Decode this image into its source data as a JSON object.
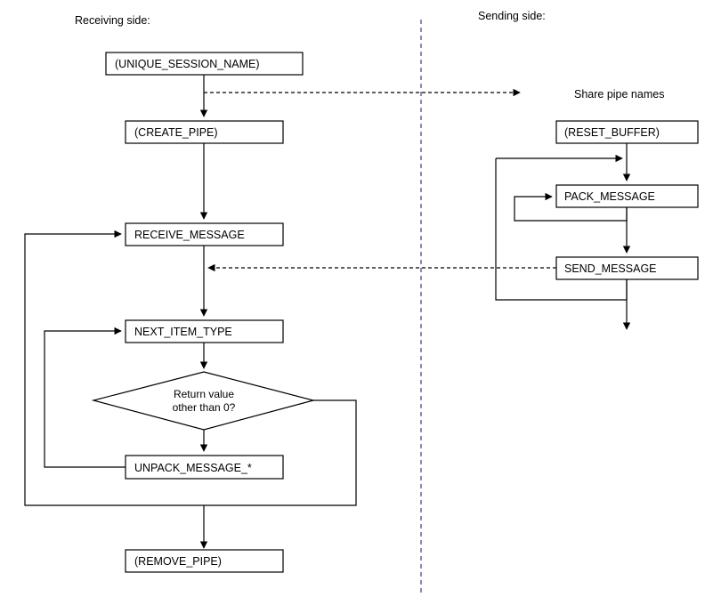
{
  "diagram": {
    "title_receiving": "Receiving side:",
    "title_sending": "Sending side:",
    "annotation_share": "Share pipe names",
    "divider": {
      "color": "#2a2a7a",
      "style": "dashed-vertical"
    },
    "line_color": "#000000",
    "background": "#ffffff"
  },
  "receiving": {
    "nodes": [
      {
        "id": "unique-session-name",
        "label": "(UNIQUE_SESSION_NAME)",
        "shape": "box"
      },
      {
        "id": "create-pipe",
        "label": "(CREATE_PIPE)",
        "shape": "box"
      },
      {
        "id": "receive-message",
        "label": "RECEIVE_MESSAGE",
        "shape": "box"
      },
      {
        "id": "next-item-type",
        "label": "NEXT_ITEM_TYPE",
        "shape": "box"
      },
      {
        "id": "return-value-decision",
        "label_line1": "Return value",
        "label_line2": "other than 0?",
        "shape": "diamond"
      },
      {
        "id": "unpack-message",
        "label": "UNPACK_MESSAGE_*",
        "shape": "box"
      },
      {
        "id": "remove-pipe",
        "label": "(REMOVE_PIPE)",
        "shape": "box"
      }
    ]
  },
  "sending": {
    "nodes": [
      {
        "id": "reset-buffer",
        "label": "(RESET_BUFFER)",
        "shape": "box"
      },
      {
        "id": "pack-message",
        "label": "PACK_MESSAGE",
        "shape": "box"
      },
      {
        "id": "send-message",
        "label": "SEND_MESSAGE",
        "shape": "box"
      }
    ]
  }
}
